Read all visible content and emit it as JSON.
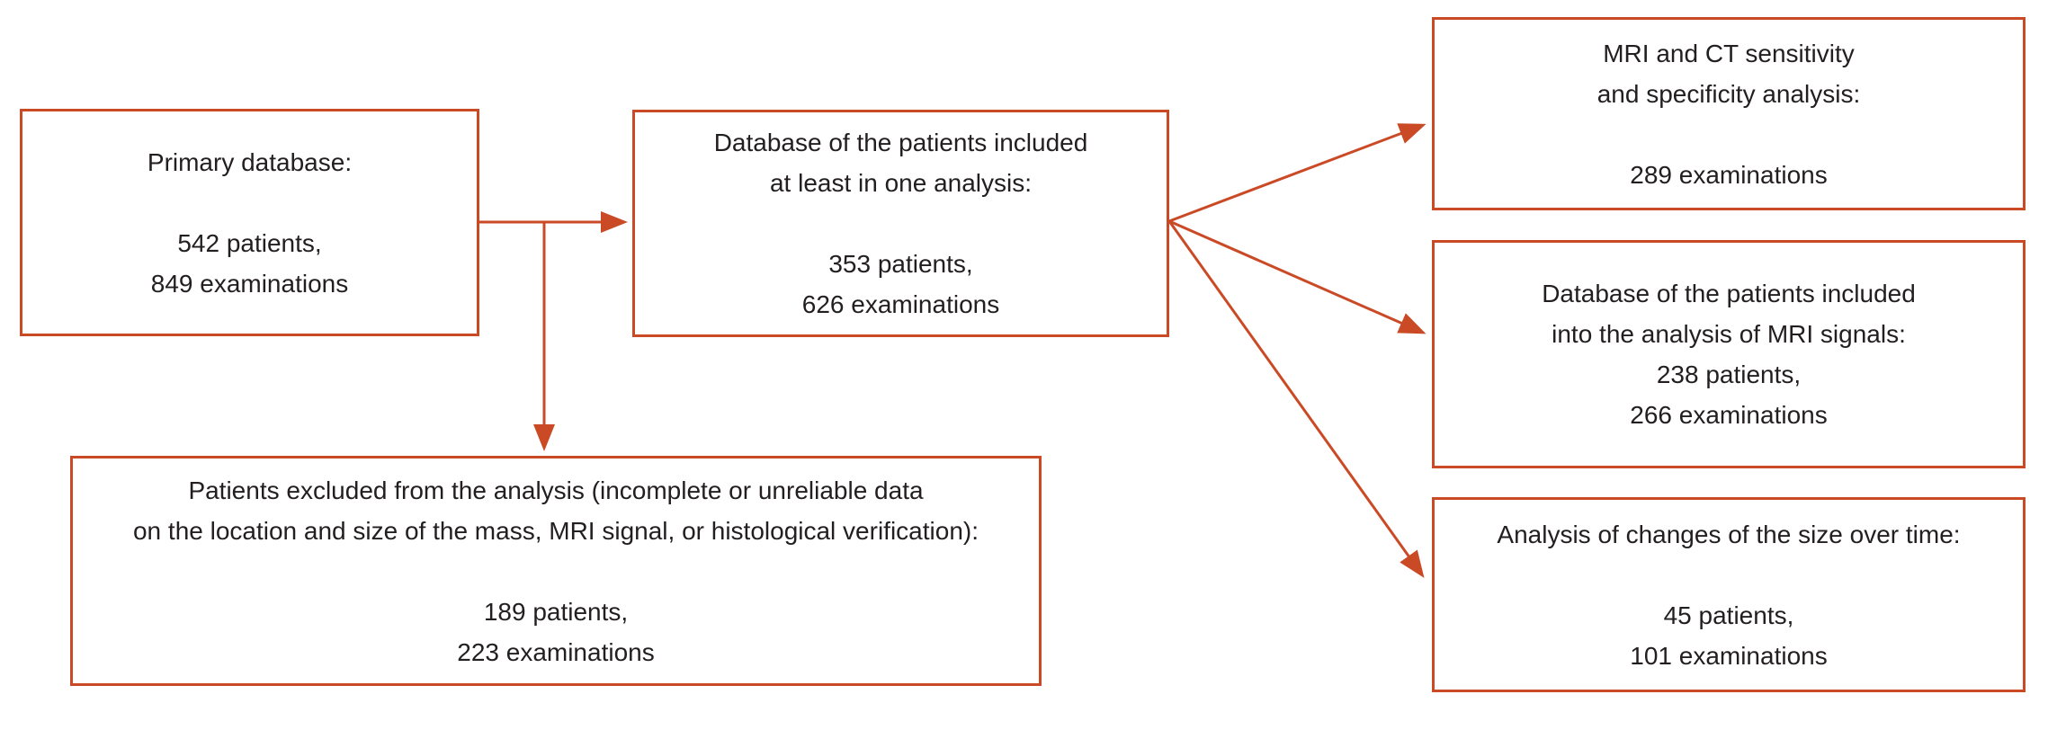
{
  "colors": {
    "accent": "#cb4a26",
    "text": "#231f20",
    "background": "#ffffff"
  },
  "boxes": {
    "primary": {
      "lines": [
        "Primary database:",
        "",
        "542 patients,",
        "849 examinations"
      ]
    },
    "included": {
      "lines": [
        "Database of the patients included",
        "at least in one analysis:",
        "",
        "353 patients,",
        "626 examinations"
      ]
    },
    "excluded": {
      "lines": [
        "Patients excluded from the analysis (incomplete or unreliable data",
        "on the location and size of the mass, MRI signal, or histological verification):",
        "",
        "189 patients,",
        "223 examinations"
      ]
    },
    "sensitivity": {
      "lines": [
        "MRI and CT sensitivity",
        "and specificity analysis:",
        "",
        "289 examinations"
      ]
    },
    "mri_signals": {
      "lines": [
        "Database of the patients included",
        "into the analysis of MRI signals:",
        "238 patients,",
        "266 examinations"
      ]
    },
    "size_time": {
      "lines": [
        "Analysis of changes of the size over time:",
        "",
        "45 patients,",
        "101 examinations"
      ]
    }
  },
  "edges": [
    {
      "from": "primary",
      "to": "included",
      "type": "arrow"
    },
    {
      "from": "primary-included-connector",
      "to": "excluded",
      "type": "arrow"
    },
    {
      "from": "included",
      "to": "sensitivity",
      "type": "arrow"
    },
    {
      "from": "included",
      "to": "mri_signals",
      "type": "arrow"
    },
    {
      "from": "included",
      "to": "size_time",
      "type": "arrow"
    }
  ]
}
